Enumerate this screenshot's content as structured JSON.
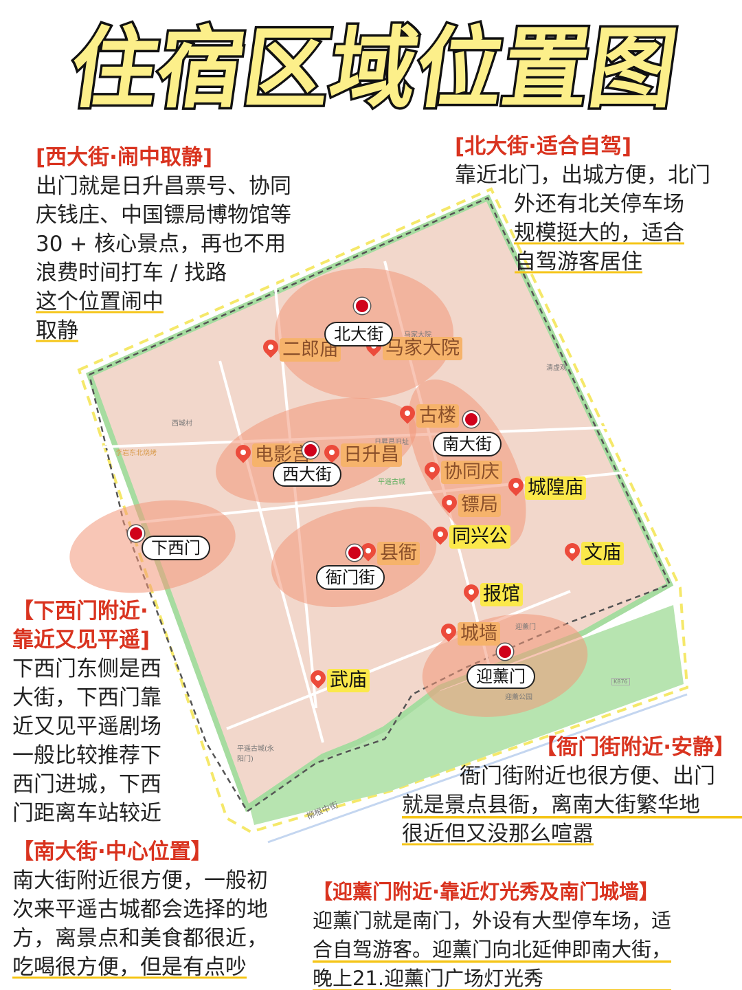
{
  "title": "住宿区域位置图",
  "colors": {
    "title_fill": "#fcef8a",
    "heading_red": "#d9331f",
    "highlight_zone": "#f4a58c",
    "map_bg": "#f2d7cb",
    "park_green": "#b7e4b0",
    "marker": "#d0021b",
    "underline": "#f5c518"
  },
  "sections": {
    "west": {
      "heading": "[西大街·闹中取静]",
      "lines": [
        "出门就是日升昌票号、协同",
        "庆钱庄、中国镖局博物馆等",
        "30 + 核心景点，再也不用",
        "浪费时间打车 / 找路",
        "这个位置闹中",
        "取静"
      ]
    },
    "north": {
      "heading": "[北大街·适合自驾]",
      "lines": [
        "靠近北门，出城方便，北门",
        "外还有北关停车场",
        "规模挺大的，适合",
        "自驾游客居住"
      ]
    },
    "xiaximen": {
      "heading_lines": [
        "【下西门附近·",
        "靠近又见平遥]"
      ],
      "lines": [
        "下西门东侧是西",
        "大街，下西门靠",
        "近又见平遥剧场",
        "一般比较推荐下",
        "西门进城，下西",
        "门距离车站较近"
      ]
    },
    "yamen": {
      "heading": "【衙门街附近·安静】",
      "lines": [
        "衙门街附近也很方便、出门",
        "就是景点县衙，离南大街繁华地",
        "很近但又没那么喧嚣"
      ]
    },
    "south": {
      "heading": "【南大街·中心位置】",
      "lines": [
        "南大街附近很方便，一般初",
        "次来平遥古城都会选择的地",
        "方，离景点和美食都很近，",
        "吃喝很方便，但是有点吵"
      ]
    },
    "yingxun": {
      "heading": "【迎薰门附近·靠近灯光秀及南门城墙】",
      "lines": [
        "迎薰门就是南门，外设有大型停车场，适",
        "合自驾游客。迎薰门向北延伸即南大街，",
        "晚上21.迎薰门广场灯光秀"
      ]
    }
  },
  "map": {
    "zones": [
      {
        "label": "北大街"
      },
      {
        "label": "西大街"
      },
      {
        "label": "下西门"
      },
      {
        "label": "衙门街"
      },
      {
        "label": "南大街"
      },
      {
        "label": "迎薰门"
      }
    ],
    "pois": [
      {
        "name": "二郎庙",
        "style": "orange"
      },
      {
        "name": "马家大院",
        "style": "orange"
      },
      {
        "name": "电影宫",
        "style": "orange"
      },
      {
        "name": "日升昌",
        "style": "orange"
      },
      {
        "name": "古楼",
        "style": "orange"
      },
      {
        "name": "协同庆",
        "style": "orange"
      },
      {
        "name": "城隍庙",
        "style": "yellow"
      },
      {
        "name": "镖局",
        "style": "orange"
      },
      {
        "name": "同兴公",
        "style": "yellow"
      },
      {
        "name": "县衙",
        "style": "orange"
      },
      {
        "name": "文庙",
        "style": "yellow"
      },
      {
        "name": "报馆",
        "style": "yellow"
      },
      {
        "name": "城墙",
        "style": "orange"
      },
      {
        "name": "武庙",
        "style": "yellow"
      }
    ],
    "small_labels": [
      "西城村",
      "李岩东北烧烤",
      "清虚观",
      "日昇昌旧址",
      "平遥古城",
      "马家大院",
      "平遥古城(永阳门)",
      "迎薰公园",
      "迎薰门",
      "柳根中街",
      "K876"
    ]
  }
}
